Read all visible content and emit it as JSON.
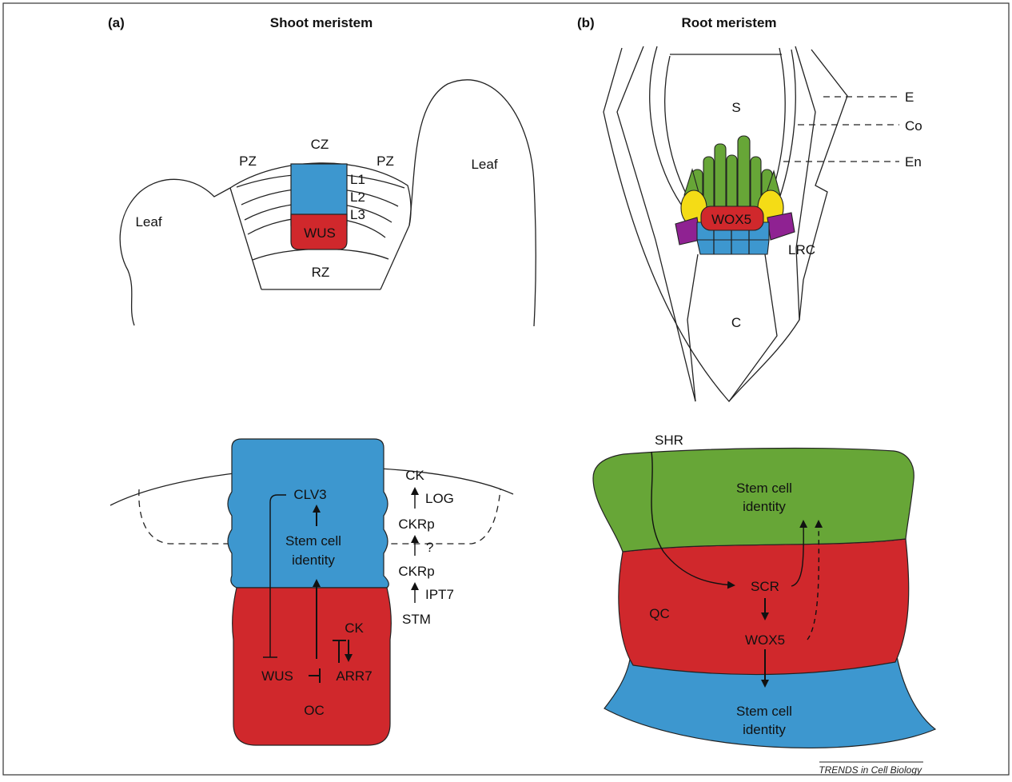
{
  "panel_a": {
    "letter": "(a)",
    "title": "Shoot meristem",
    "top": {
      "leaf_left": "Leaf",
      "leaf_right": "Leaf",
      "pz_left": "PZ",
      "pz_right": "PZ",
      "cz": "CZ",
      "layers": [
        "L1",
        "L2",
        "L3"
      ],
      "wus": "WUS",
      "rz": "RZ"
    },
    "bottom": {
      "clv3": "CLV3",
      "stem_line1": "Stem cell",
      "stem_line2": "identity",
      "ck_top": "CK",
      "log": "LOG",
      "ckrp_1": "CKRp",
      "question": "?",
      "ckrp_2": "CKRp",
      "ipt7": "IPT7",
      "stm": "STM",
      "ck_oc": "CK",
      "wus": "WUS",
      "arr7": "ARR7",
      "oc": "OC"
    }
  },
  "panel_b": {
    "letter": "(b)",
    "title": "Root meristem",
    "top": {
      "s": "S",
      "e": "E",
      "co": "Co",
      "en": "En",
      "wox5": "WOX5",
      "lrc": "LRC",
      "c": "C"
    },
    "bottom": {
      "shr": "SHR",
      "stem_top_line1": "Stem cell",
      "stem_top_line2": "identity",
      "qc": "QC",
      "scr": "SCR",
      "wox5": "WOX5",
      "stem_bottom_line1": "Stem cell",
      "stem_bottom_line2": "identity"
    }
  },
  "credit": "TRENDS in Cell Biology",
  "colors": {
    "blue": "#3d97cf",
    "red": "#d0282c",
    "green": "#67a637",
    "yellow": "#f4dc16",
    "purple": "#8f2292",
    "outline": "#222222"
  }
}
